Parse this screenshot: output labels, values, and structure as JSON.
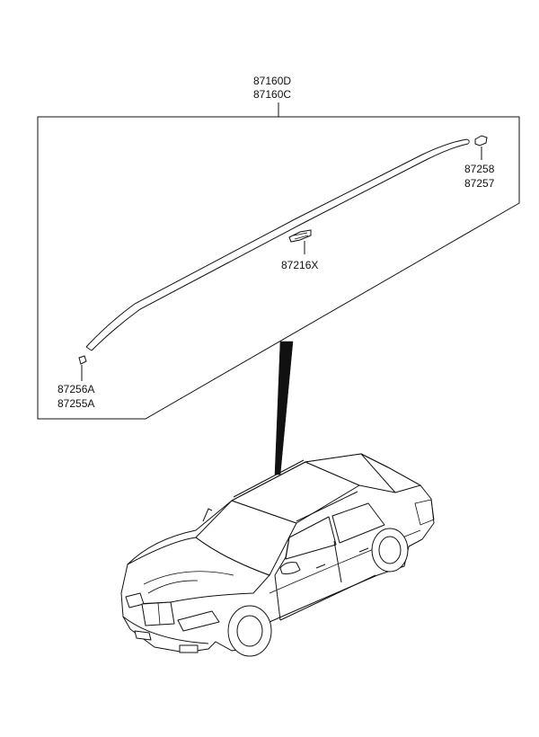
{
  "callouts": {
    "molding_main": [
      "87160D",
      "87160C"
    ],
    "clip_rear": [
      "87258",
      "87257"
    ],
    "clip_middle": "87216X",
    "clip_front": [
      "87256A",
      "87255A"
    ]
  },
  "colors": {
    "line": "#111111",
    "background": "#ffffff"
  }
}
